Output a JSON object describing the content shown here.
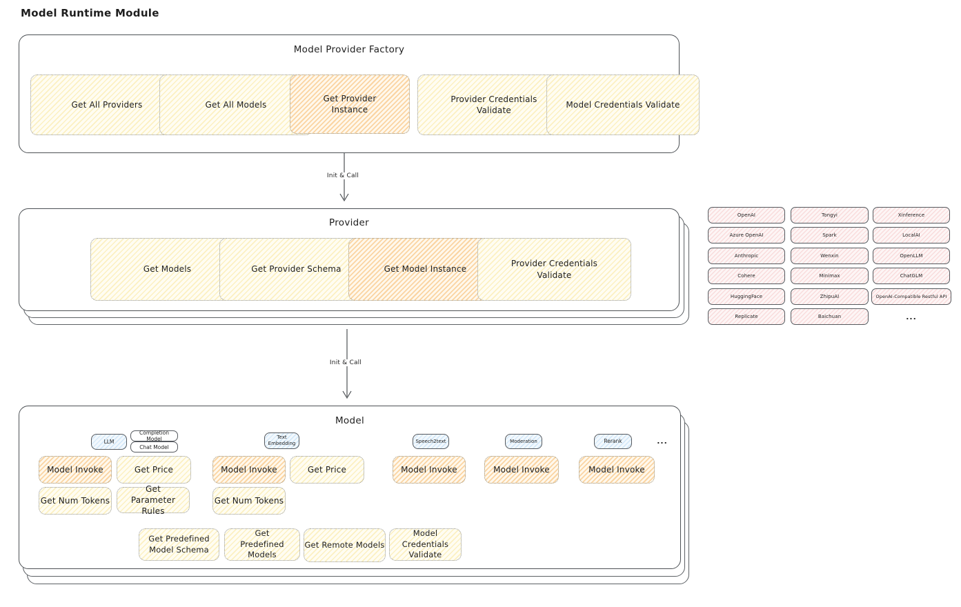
{
  "page_title": "Model Runtime Module",
  "factory": {
    "title": "Model Provider Factory",
    "nodes": [
      "Get All Providers",
      "Get All Models",
      "Get Provider Instance",
      "Provider Credentials Validate",
      "Model Credentials Validate"
    ]
  },
  "arrows": {
    "init_call_1": "Init & Call",
    "init_call_2": "Init & Call"
  },
  "provider": {
    "title": "Provider",
    "nodes": [
      "Get Models",
      "Get Provider Schema",
      "Get Model Instance",
      "Provider Credentials Validate"
    ]
  },
  "providers_panel": {
    "col1": [
      "OpenAI",
      "Azure OpenAI",
      "Anthropic",
      "Cohere",
      "HuggingFace",
      "Replicate"
    ],
    "col2": [
      "Tongyi",
      "Spark",
      "Wenxin",
      "Minimax",
      "ZhipuAI",
      "Baichuan"
    ],
    "col3": [
      "Xinference",
      "LocalAI",
      "OpenLLM",
      "ChatGLM",
      "OpenAI-Compatible Restful API"
    ],
    "more": "..."
  },
  "model": {
    "title": "Model",
    "tabs": {
      "llm": "LLM",
      "completion": "Completion Model",
      "chat": "Chat Model",
      "text_embedding": "Text Embedding",
      "speech2text": "Speech2text",
      "moderation": "Moderation",
      "rerank": "Rerank",
      "more": "..."
    },
    "llm_ops": [
      "Model Invoke",
      "Get Price",
      "Get Num Tokens",
      "Get Parameter Rules"
    ],
    "embedding_ops": [
      "Model Invoke",
      "Get Price",
      "Get Num Tokens"
    ],
    "speech2text_ops": [
      "Model Invoke"
    ],
    "moderation_ops": [
      "Model Invoke"
    ],
    "rerank_ops": [
      "Model Invoke"
    ],
    "common_ops": [
      "Get Predefined Model Schema",
      "Get Predefined Models",
      "Get Remote Models",
      "Model Credentials Validate"
    ]
  },
  "colors": {
    "node_yellow": "#fff9db",
    "node_orange": "#ffd8a8",
    "tab_blue": "#d0ebff",
    "pill_pink": "#ffe3e3",
    "stroke_dark": "#1e1e1e"
  }
}
